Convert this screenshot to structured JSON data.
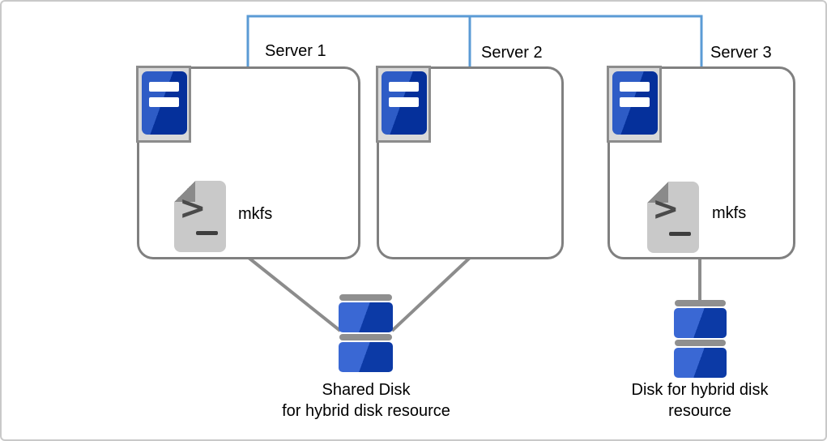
{
  "servers": [
    {
      "label": "Server 1",
      "script_label": "mkfs"
    },
    {
      "label": "Server 2"
    },
    {
      "label": "Server 3",
      "script_label": "mkfs"
    }
  ],
  "script_icon": {
    "prompt": ">"
  },
  "disks": [
    {
      "label_lines": [
        "Shared Disk",
        "for hybrid disk resource"
      ]
    },
    {
      "label_lines": [
        "Disk for hybrid disk",
        "resource"
      ]
    }
  ],
  "colors": {
    "network_blue": "#5B9BD5",
    "connector_gray": "#8C8C8C",
    "box_border": "#808080",
    "server_blue_light": "#2E5CC6",
    "server_blue_dark": "#05309B",
    "disk_blue_light": "#3A68D4",
    "disk_blue_dark": "#0C3AA6",
    "disk_cap_gray": "#8F8F8F",
    "icon_frame_fill": "#D9D9D9",
    "document_fill": "#C9C9C9",
    "document_fold": "#8A8A8A",
    "text": "#000000",
    "canvas_border": "#C9C9C9"
  }
}
